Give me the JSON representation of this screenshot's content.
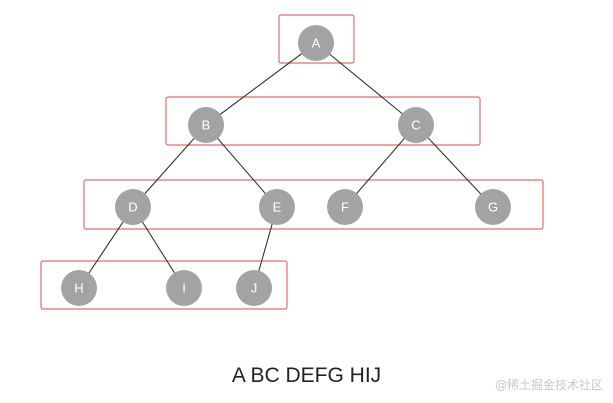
{
  "diagram": {
    "nodes": [
      {
        "id": "A",
        "label": "A",
        "level": 0
      },
      {
        "id": "B",
        "label": "B",
        "level": 1
      },
      {
        "id": "C",
        "label": "C",
        "level": 1
      },
      {
        "id": "D",
        "label": "D",
        "level": 2
      },
      {
        "id": "E",
        "label": "E",
        "level": 2
      },
      {
        "id": "F",
        "label": "F",
        "level": 2
      },
      {
        "id": "G",
        "label": "G",
        "level": 2
      },
      {
        "id": "H",
        "label": "H",
        "level": 3
      },
      {
        "id": "I",
        "label": "I",
        "level": 3
      },
      {
        "id": "J",
        "label": "J",
        "level": 3
      }
    ],
    "edges": [
      [
        "A",
        "B"
      ],
      [
        "A",
        "C"
      ],
      [
        "B",
        "D"
      ],
      [
        "B",
        "E"
      ],
      [
        "C",
        "F"
      ],
      [
        "C",
        "G"
      ],
      [
        "D",
        "H"
      ],
      [
        "D",
        "I"
      ],
      [
        "E",
        "J"
      ]
    ],
    "level_groups": [
      [
        "A"
      ],
      [
        "B",
        "C"
      ],
      [
        "D",
        "E",
        "F",
        "G"
      ],
      [
        "H",
        "I",
        "J"
      ]
    ],
    "caption": "A BC DEFG HIJ",
    "watermark": "@稀土掘金技术社区",
    "colors": {
      "node_fill": "#a3a3a3",
      "edge": "#333333",
      "level_box": "#e26d6d"
    }
  }
}
